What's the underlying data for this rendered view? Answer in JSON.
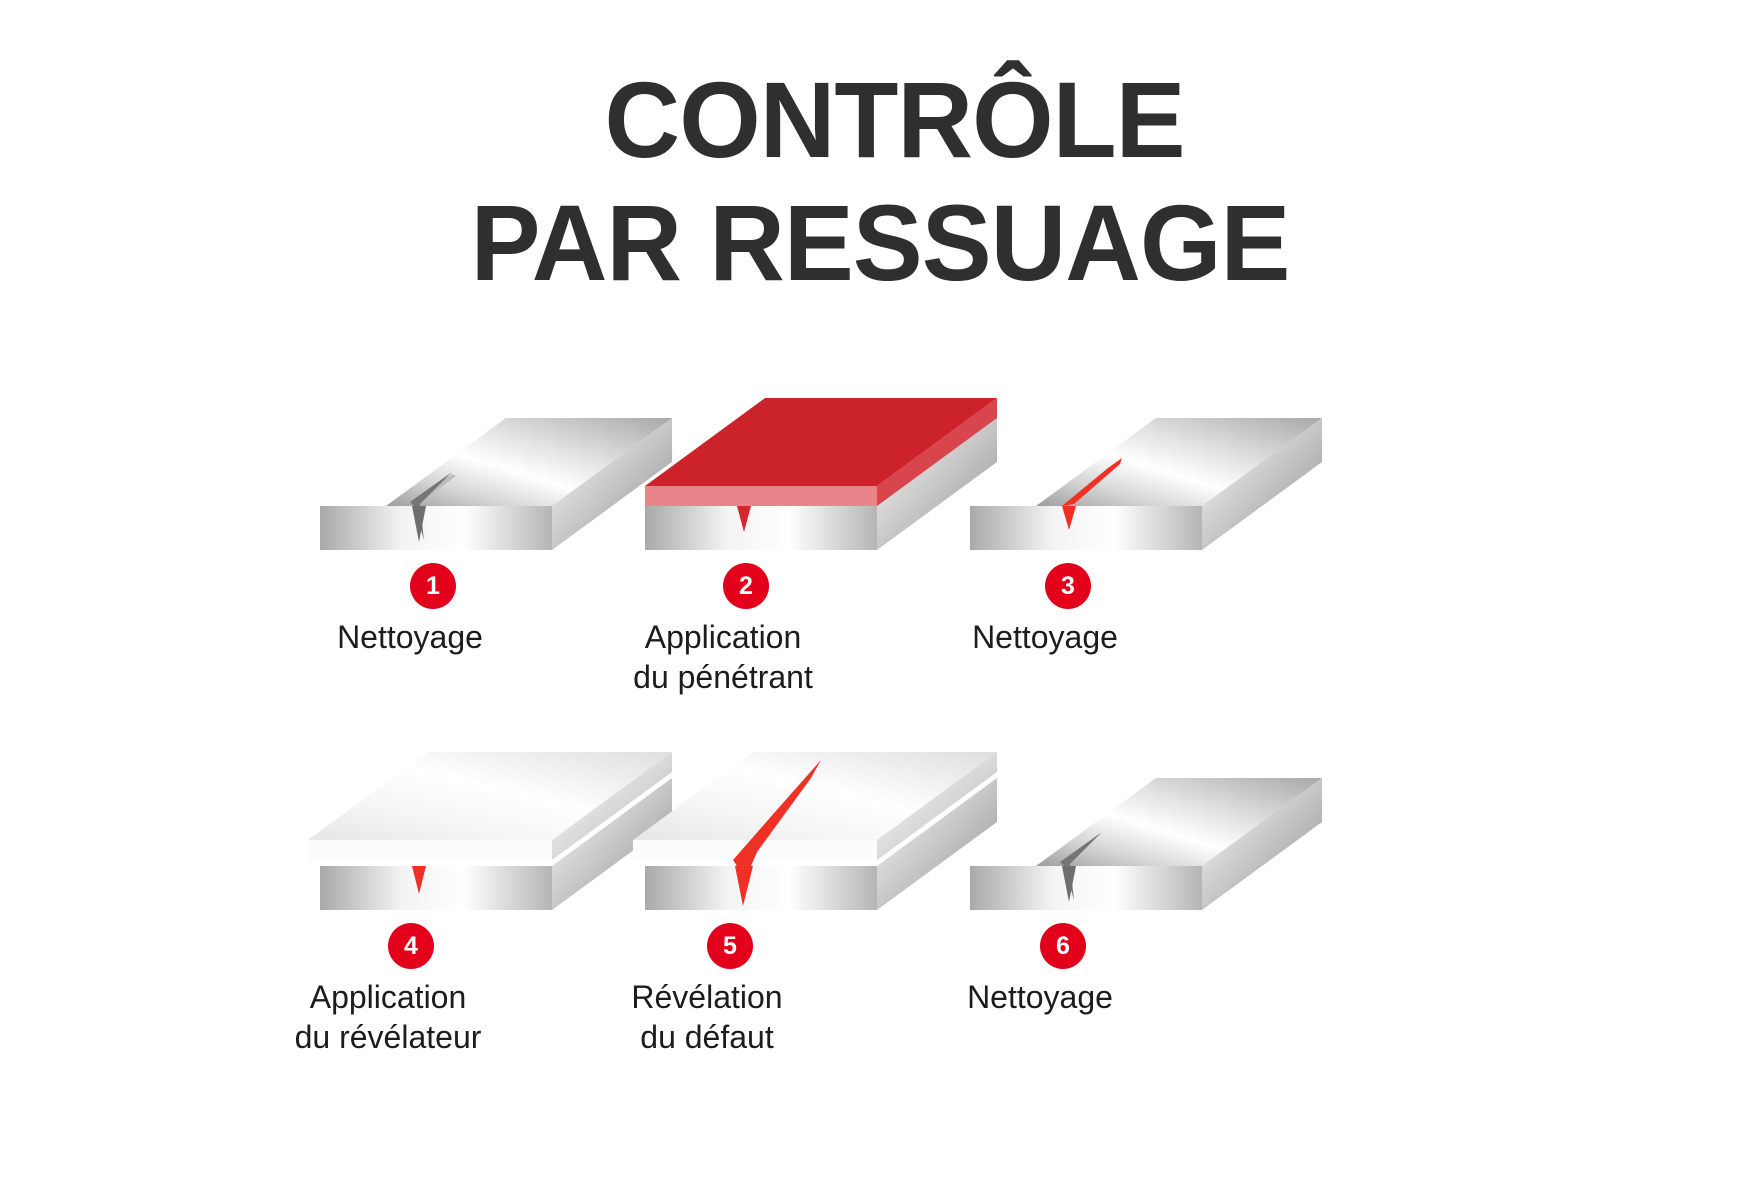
{
  "title": {
    "line1": "CONTRÔLE",
    "line2": "PAR RESSUAGE",
    "color": "#2f2f2f"
  },
  "colors": {
    "accent_red": "#e2001a",
    "penetrant_red": "#cc2229",
    "penetrant_red_light": "#e9848a",
    "indication_red": "#ee3124",
    "metal_light": "#ffffff",
    "metal_mid": "#c9c9c9",
    "metal_dark": "#8a8a8a",
    "developer_white": "#f2f2f2",
    "crack_gray": "#6e6e6e",
    "background": "#ffffff"
  },
  "diagram": {
    "type": "process-steps",
    "rows": 2,
    "columns": 3,
    "steps": [
      {
        "number": "1",
        "label": "Nettoyage",
        "caption_lines": [
          "Nettoyage"
        ],
        "state": "clean-metal-with-crack",
        "top_layer": "none",
        "crack_color": "#6e6e6e",
        "crack_visible_on_top": false
      },
      {
        "number": "2",
        "label": "Application du pénétrant",
        "caption_lines": [
          "Application",
          "du pénétrant"
        ],
        "state": "penetrant-applied",
        "top_layer": "penetrant",
        "crack_color": "#cc2229",
        "crack_visible_on_top": false
      },
      {
        "number": "3",
        "label": "Nettoyage",
        "caption_lines": [
          "Nettoyage"
        ],
        "state": "excess-penetrant-removed",
        "top_layer": "none",
        "crack_color": "#ee3124",
        "crack_visible_on_top": true
      },
      {
        "number": "4",
        "label": "Application du révélateur",
        "caption_lines": [
          "Application",
          "du révélateur"
        ],
        "state": "developer-applied",
        "top_layer": "developer",
        "crack_color": "#ee3124",
        "crack_visible_on_top": false
      },
      {
        "number": "5",
        "label": "Révélation du défaut",
        "caption_lines": [
          "Révélation",
          "du défaut"
        ],
        "state": "defect-revealed",
        "top_layer": "developer",
        "crack_color": "#ee3124",
        "crack_visible_on_top": true
      },
      {
        "number": "6",
        "label": "Nettoyage",
        "caption_lines": [
          "Nettoyage"
        ],
        "state": "final-clean",
        "top_layer": "none",
        "crack_color": "#6e6e6e",
        "crack_visible_on_top": false
      }
    ]
  }
}
